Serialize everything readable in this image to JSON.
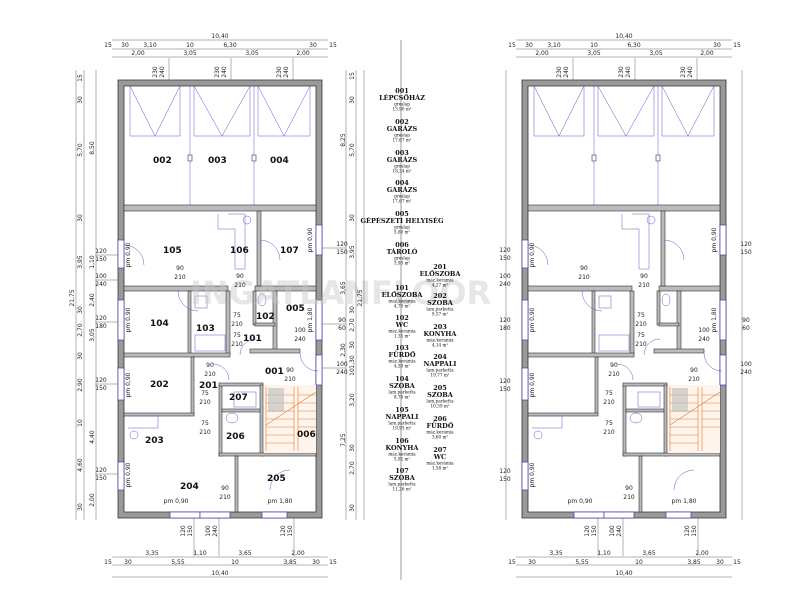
{
  "plan_left": {
    "rooms": {
      "r001": "001",
      "r002": "002",
      "r003": "003",
      "r004": "004",
      "r005": "005",
      "r006": "006",
      "r101": "101",
      "r102": "102",
      "r103": "103",
      "r104": "104",
      "r105": "105",
      "r106": "106",
      "r107": "107",
      "r201": "201",
      "r202": "202",
      "r203": "203",
      "r204": "204",
      "r205": "205",
      "r206": "206",
      "r207": "207"
    },
    "window_labels": [
      "pm 0,90",
      "pm 0,90",
      "pm 0,90",
      "pm 0,90",
      "pm 0,90",
      "pm 0,90",
      "pm 0,90",
      "pm 1,80"
    ],
    "door_labels": [
      [
        "90",
        "210"
      ],
      [
        "90",
        "210"
      ],
      [
        "75",
        "210"
      ],
      [
        "75",
        "210"
      ],
      [
        "90",
        "210"
      ],
      [
        "75",
        "210"
      ],
      [
        "75",
        "210"
      ],
      [
        "90",
        "210"
      ],
      [
        "90",
        "210"
      ],
      [
        "100",
        "240"
      ]
    ]
  },
  "dimensions": {
    "top_total": "10,40",
    "top_row": [
      "15",
      "30",
      "3,10",
      "10",
      "6,30",
      "30",
      "15"
    ],
    "top_sub": [
      "2,00",
      "3,05",
      "3,05",
      "2,00"
    ],
    "top_openings": [
      [
        "230",
        "240"
      ],
      [
        "230",
        "240"
      ],
      [
        "230",
        "240"
      ]
    ],
    "bottom_sub": [
      "3,35",
      "1,10",
      "3,65",
      "2,00"
    ],
    "bottom_row": [
      "15",
      "30",
      "5,55",
      "10",
      "3,85",
      "30",
      "15"
    ],
    "bottom_total": "10,40",
    "bottom_openings": [
      [
        "120",
        "150"
      ],
      [
        "100",
        "240"
      ],
      [
        "120",
        "150"
      ]
    ],
    "left_total": "21,75",
    "left_row": [
      "15",
      "30",
      "5,70",
      "30",
      "3,95",
      "30",
      "2,70",
      "30",
      "2,90",
      "10",
      "4,60",
      "30"
    ],
    "left_sub": [
      "8,50",
      "1,10",
      "2,40",
      "3,05",
      "4,40",
      "2,00"
    ],
    "left_openings": [
      [
        "120",
        "150"
      ],
      [
        "100",
        "240"
      ],
      [
        "120",
        "180"
      ],
      [
        "120",
        "150"
      ],
      [
        "120",
        "150"
      ]
    ],
    "right_total": "21,75",
    "right_row": [
      "15",
      "30",
      "5,70",
      "30",
      "3,95",
      "30",
      "2,70",
      "30",
      "1,30",
      "10",
      "3,20",
      "30",
      "2,70",
      "30"
    ],
    "right_sub": [
      "8,25",
      "3,65",
      "2,30",
      "7,25"
    ],
    "right_openings": [
      [
        "120",
        "150"
      ],
      [
        "90",
        "60"
      ],
      [
        "100",
        "240"
      ]
    ]
  },
  "room_schedule": {
    "col1": [
      {
        "num": "001",
        "name": "LÉPCSŐHÁZ",
        "floor": "greslap",
        "area": "13,90 m²"
      },
      {
        "num": "002",
        "name": "GARÁZS",
        "floor": "greslap",
        "area": "17,67 m²"
      },
      {
        "num": "003",
        "name": "GARÁZS",
        "floor": "greslap",
        "area": "18,24 m²"
      },
      {
        "num": "004",
        "name": "GARÁZS",
        "floor": "greslap",
        "area": "17,67 m²"
      },
      {
        "num": "005",
        "name": "GÉPÉSZETI HELYISÉG",
        "floor": "greslap",
        "area": "5,80 m²"
      },
      {
        "num": "006",
        "name": "TÁROLÓ",
        "floor": "greslap",
        "area": "3,93 m²"
      },
      {
        "num": "101",
        "name": "ELŐSZOBA",
        "floor": "máz.kerámia",
        "area": "4,70 m²"
      },
      {
        "num": "102",
        "name": "WC",
        "floor": "máz.kerámia",
        "area": "1,35 m²"
      },
      {
        "num": "103",
        "name": "FÜRDŐ",
        "floor": "máz.kerámia",
        "area": "4,59 m²"
      },
      {
        "num": "104",
        "name": "SZOBA",
        "floor": "lam.parketta",
        "area": "8,78 m²"
      },
      {
        "num": "105",
        "name": "NAPPALI",
        "floor": "lam.parketta",
        "area": "19,95 m²"
      },
      {
        "num": "106",
        "name": "KONYHA",
        "floor": "máz.kerámia",
        "area": "5,92 m²"
      },
      {
        "num": "107",
        "name": "SZOBA",
        "floor": "lam.parketta",
        "area": "11,26 m²"
      }
    ],
    "col2": [
      {
        "num": "201",
        "name": "ELŐSZOBA",
        "floor": "máz.kerámia",
        "area": "4,27 m²"
      },
      {
        "num": "202",
        "name": "SZOBA",
        "floor": "lam.parketta",
        "area": "9,57 m²"
      },
      {
        "num": "203",
        "name": "KONYHA",
        "floor": "máz.kerámia",
        "area": "4,14 m²"
      },
      {
        "num": "204",
        "name": "NAPPALI",
        "floor": "lam.parketta",
        "area": "19,77 m²"
      },
      {
        "num": "205",
        "name": "SZOBA",
        "floor": "lam.parketta",
        "area": "10,39 m²"
      },
      {
        "num": "206",
        "name": "FÜRDŐ",
        "floor": "máz.kerámia",
        "area": "3,60 m²"
      },
      {
        "num": "207",
        "name": "WC",
        "floor": "máz.kerámia",
        "area": "1,58 m²"
      }
    ]
  },
  "watermark": "INGATLANFLOOR"
}
